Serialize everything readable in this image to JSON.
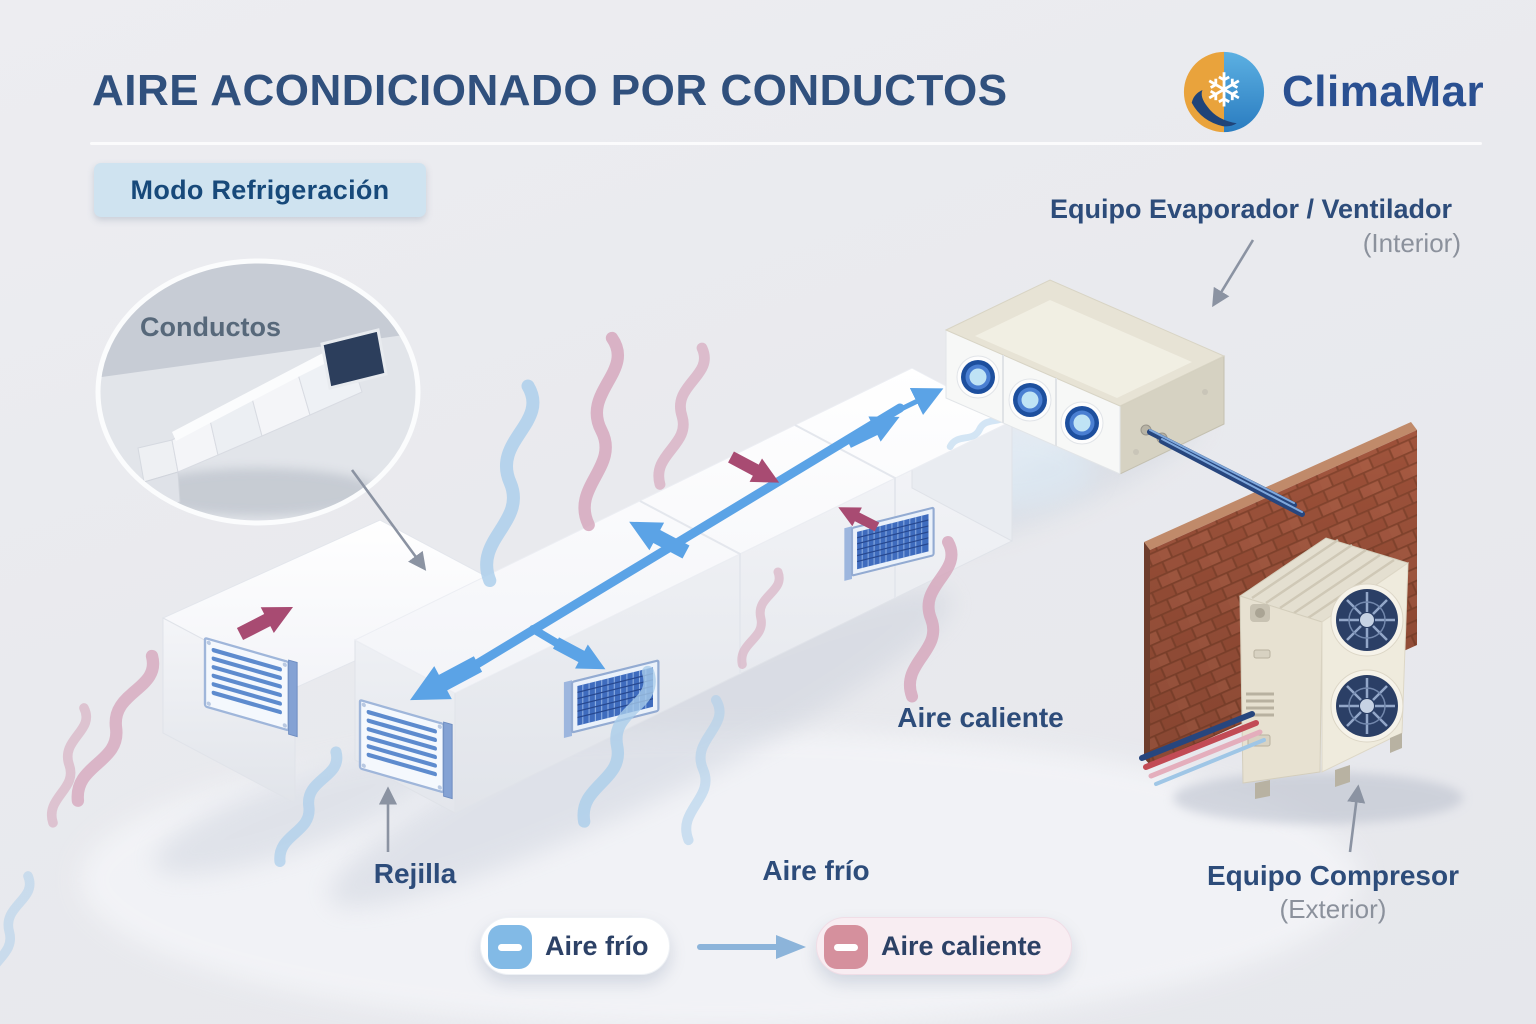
{
  "header": {
    "title": "AIRE ACONDICIONADO POR CONDUCTOS",
    "brand": "ClimaMar",
    "mode_badge": "Modo Refrigeración"
  },
  "inset": {
    "label": "Conductos"
  },
  "diagram_labels": {
    "evaporator_title": "Equipo Evaporador / Ventilador",
    "evaporator_location": "(Interior)",
    "compressor_title": "Equipo Compresor",
    "compressor_location": "(Exterior)",
    "hot_air": "Aire caliente",
    "cold_air": "Aire frío",
    "grille": "Rejilla"
  },
  "legend": {
    "cold_label": "Aire frío",
    "hot_label": "Aire caliente"
  },
  "icons": {
    "snowflake_glyph": "❄"
  },
  "colors": {
    "cold_air_arrow": "#5ba3e6",
    "hot_air_arrow": "#a84b72",
    "cold_wave": "#a9cdeb",
    "hot_wave": "#d6a8bd",
    "cold_chip": "#82bae6",
    "hot_chip": "#d5909d",
    "accent_text": "#2d4c7a",
    "muted_text": "#8b919c",
    "badge_bg": "#cfe3f0",
    "brand_text": "#2a5091",
    "brick": "#a2553e"
  }
}
